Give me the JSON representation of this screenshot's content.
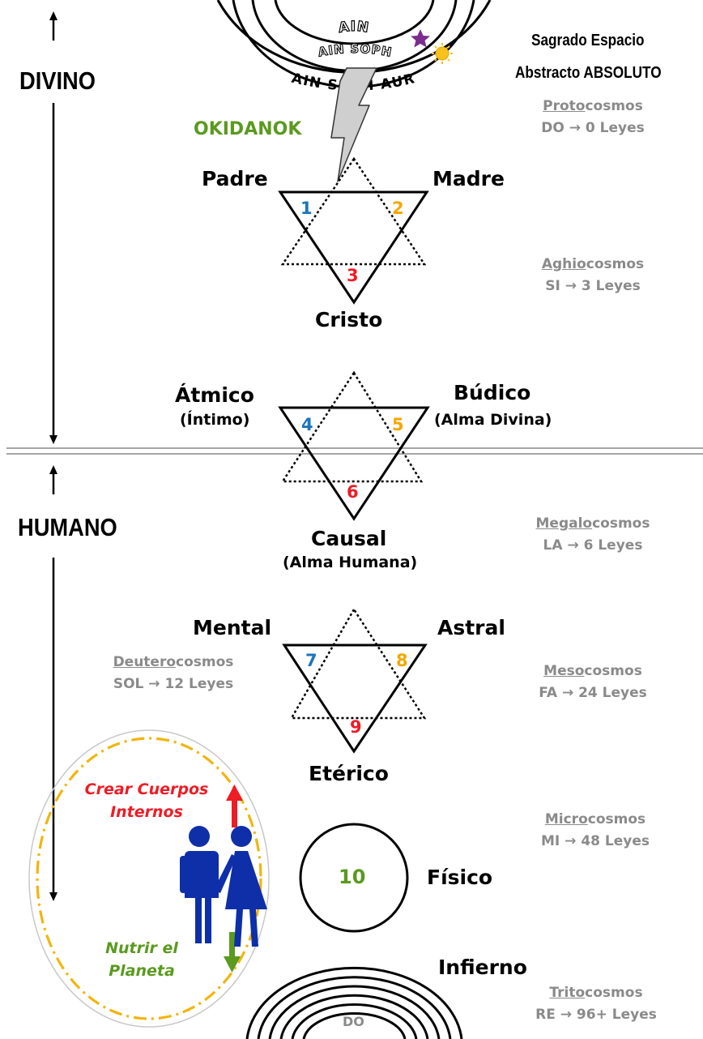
{
  "colors": {
    "blue": "#1b75bc",
    "orange": "#f7a600",
    "red": "#ee1c25",
    "green": "#5a9a1f",
    "gray": "#8a8a8a",
    "purple": "#7b2d8e",
    "sun": "#f6c21b",
    "figures": "#0e2fa8",
    "ellipse_dash": "#f2b50f"
  },
  "ain": {
    "ain": "AIN",
    "ain_soph": "AIN SOPH",
    "ain_soph_aur": "AIN SOPH AUR",
    "star_icon": "star-icon",
    "sun_icon": "sun-icon"
  },
  "okidanok": "OKIDANOK",
  "levels": {
    "divino": "DIVINO",
    "humano": "HUMANO"
  },
  "header": {
    "line1": "Sagrado Espacio",
    "line2": "Abstracto ABSOLUTO"
  },
  "cosmos": {
    "protocosmos": {
      "prefix": "Proto",
      "suffix": "cosmos",
      "law": "DO → 0 Leyes"
    },
    "aghiocosmos": {
      "prefix": "Aghio",
      "suffix": "cosmos",
      "law": "SI → 3 Leyes"
    },
    "megalocosmos": {
      "prefix": "Megalo",
      "suffix": "cosmos",
      "law": "LA → 6 Leyes"
    },
    "deuterocosmos": {
      "prefix": "Deutero",
      "suffix": "cosmos",
      "law": "SOL → 12 Leyes"
    },
    "mesocosmos": {
      "prefix": "Meso",
      "suffix": "cosmos",
      "law": "FA → 24 Leyes"
    },
    "microcosmos": {
      "prefix": "Micro",
      "suffix": "cosmos",
      "law": "MI → 48 Leyes"
    },
    "tritocosmos": {
      "prefix": "Trito",
      "suffix": "cosmos",
      "law": "RE → 96+ Leyes"
    }
  },
  "triad1": {
    "left": "Padre",
    "right": "Madre",
    "bottom": "Cristo",
    "n1": "1",
    "n2": "2",
    "n3": "3"
  },
  "triad2": {
    "left": "Átmico",
    "left_sub": "(Íntimo)",
    "right": "Búdico",
    "right_sub": "(Alma Divina)",
    "bottom": "Causal",
    "bottom_sub": "(Alma Humana)",
    "n1": "4",
    "n2": "5",
    "n3": "6"
  },
  "triad3": {
    "left": "Mental",
    "right": "Astral",
    "bottom": "Etérico",
    "n1": "7",
    "n2": "8",
    "n3": "9"
  },
  "fisico": {
    "num": "10",
    "label": "Físico"
  },
  "infierno": {
    "label": "Infierno",
    "note": "DO"
  },
  "couple": {
    "up_line1": "Crear Cuerpos",
    "up_line2": "Internos",
    "down_line1": "Nutrir el",
    "down_line2": "Planeta",
    "icon": "couple-icon"
  }
}
